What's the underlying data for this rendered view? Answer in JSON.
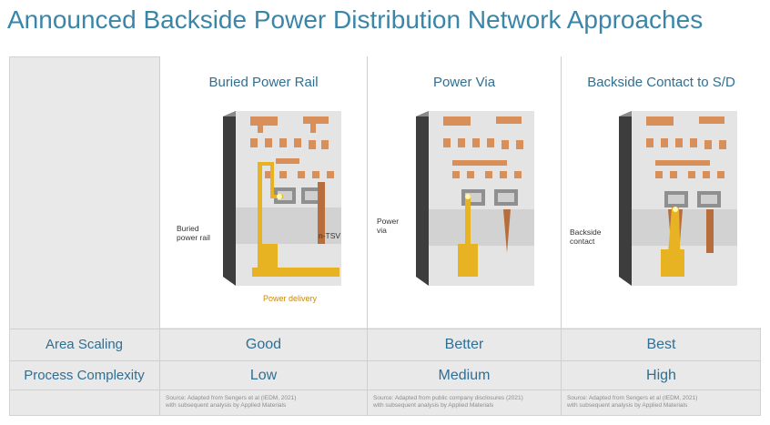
{
  "title": "Announced Backside Power Distribution Network Approaches",
  "columns": [
    {
      "heading": "Buried Power Rail",
      "labels": [
        "Buried",
        "power rail"
      ],
      "label2": "n-TSV",
      "power_delivery": "Power delivery",
      "source": [
        "Source: Adapted from Sengers et al (IEDM, 2021)",
        "with subsequent analysis by Applied Materials"
      ]
    },
    {
      "heading": "Power Via",
      "labels": [
        "Power",
        "via"
      ],
      "source": [
        "Source: Adapted from public company disclosures (2021)",
        "with subsequent analysis by Applied Materials"
      ]
    },
    {
      "heading": "Backside Contact to S/D",
      "labels": [
        "Backside",
        "contact"
      ],
      "source": [
        "Source: Adapted from Sengers et al (IEDM, 2021)",
        "with subsequent analysis by Applied Materials"
      ]
    }
  ],
  "rows": [
    {
      "label": "Area Scaling",
      "values": [
        "Good",
        "Better",
        "Best"
      ]
    },
    {
      "label": "Process Complexity",
      "values": [
        "Low",
        "Medium",
        "High"
      ]
    }
  ],
  "colors": {
    "title": "#3a86a8",
    "text": "#2f6f93",
    "gold": "#e8b323",
    "copper": "#d98f5a",
    "dark_side": "#3d3d3d"
  }
}
